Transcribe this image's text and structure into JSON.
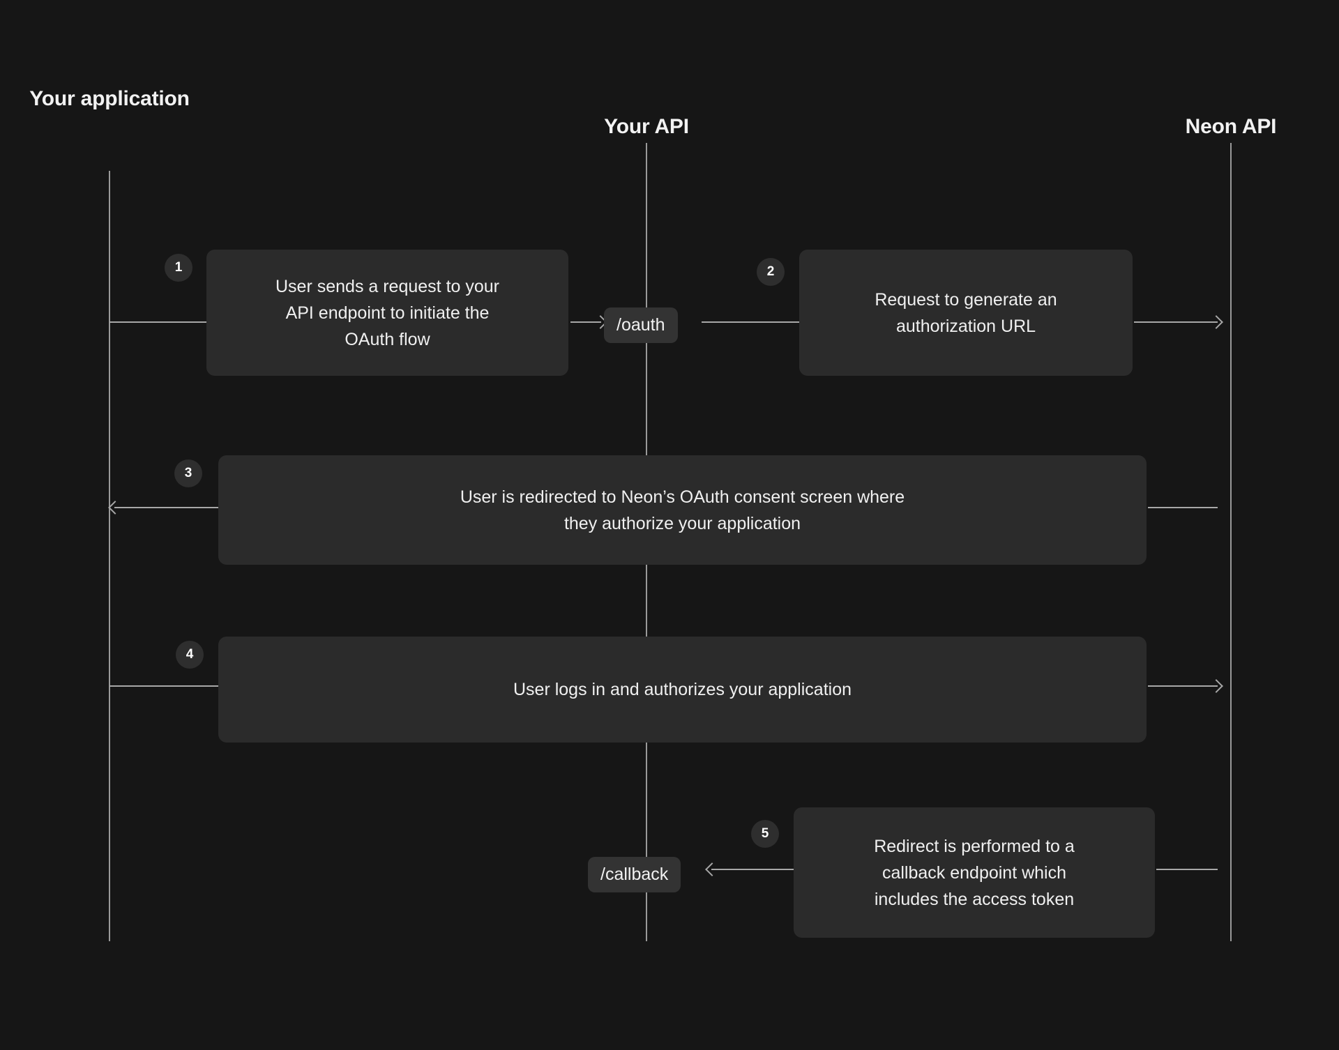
{
  "diagram": {
    "title": "Neon OAuth flow sequence diagram",
    "background_color": "#161616",
    "box_color": "#2b2b2b",
    "line_color": "#a8a8a8",
    "text_color": "#f0f0f0"
  },
  "columns": [
    {
      "label": "Your\napplication",
      "name": "your-application"
    },
    {
      "label": "Your API",
      "name": "your-api"
    },
    {
      "label": "Neon API",
      "name": "neon-api"
    }
  ],
  "steps": [
    {
      "number": "1",
      "text": "User sends a request to your\nAPI endpoint to initiate the\nOAuth flow",
      "from": "Your application",
      "to": "Your API",
      "direction": "right"
    },
    {
      "number": "2",
      "text": "Request to generate an\nauthorization URL",
      "from": "Your API",
      "to": "Neon API",
      "direction": "right"
    },
    {
      "number": "3",
      "text": "User is redirected to Neon’s OAuth consent screen where\nthey authorize your application",
      "from": "Neon API",
      "to": "Your application",
      "direction": "left"
    },
    {
      "number": "4",
      "text": "User logs in and authorizes your application",
      "from": "Your application",
      "to": "Neon API",
      "direction": "right"
    },
    {
      "number": "5",
      "text": "Redirect is performed to a\ncallback endpoint which\nincludes the access token",
      "from": "Neon API",
      "to": "Your API",
      "direction": "left"
    }
  ],
  "endpoints": [
    {
      "label": "/oauth",
      "name": "oauth-endpoint-pill"
    },
    {
      "label": "/callback",
      "name": "callback-endpoint-pill"
    }
  ]
}
